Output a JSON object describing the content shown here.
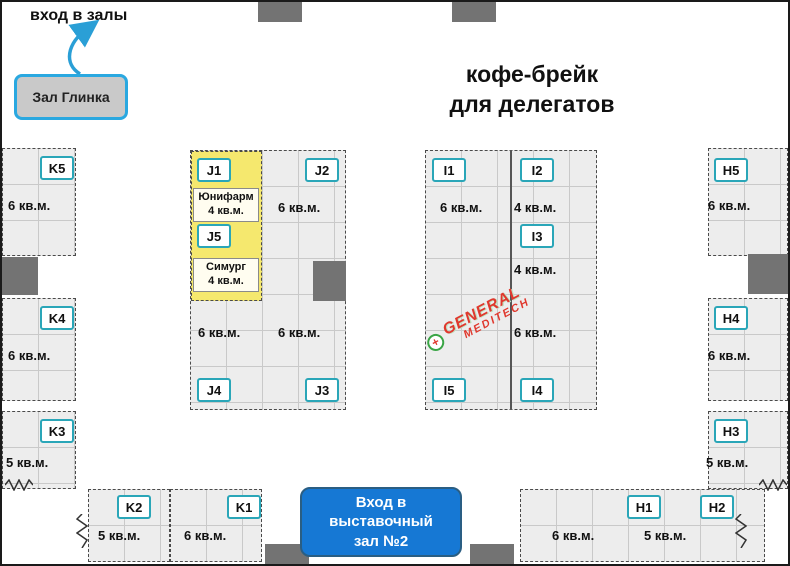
{
  "texts": {
    "hall_entrance": "вход в залы",
    "hall_glinka": "Зал Глинка",
    "coffee_line1": "кофе-брейк",
    "coffee_line2": "для делегатов",
    "entrance2_line1": "Вход в",
    "entrance2_line2": "выставочный",
    "entrance2_line3": "зал №2"
  },
  "colors": {
    "booth_fill": "#ededed",
    "tag_border": "#2aa6b8",
    "highlight_yellow": "#f5e86e",
    "door_gray": "#737373",
    "entrance_blue": "#1678d4",
    "arrow_blue": "#2a9fd6",
    "logo_red": "#e0382d",
    "logo_green": "#3aa546"
  },
  "booths": {
    "K5": {
      "id": "K5",
      "area": "6 кв.м."
    },
    "K4": {
      "id": "K4",
      "area": "6 кв.м."
    },
    "K3": {
      "id": "K3",
      "area": "5 кв.м."
    },
    "K2": {
      "id": "K2",
      "area": "5 кв.м."
    },
    "K1": {
      "id": "K1",
      "area": "6 кв.м."
    },
    "J1": {
      "id": "J1",
      "exhibitor": "Юнифарм",
      "area": "4 кв.м."
    },
    "J2": {
      "id": "J2",
      "area": "6 кв.м."
    },
    "J3": {
      "id": "J3",
      "area": "6 кв.м."
    },
    "J4": {
      "id": "J4",
      "area": "6 кв.м."
    },
    "J5": {
      "id": "J5",
      "exhibitor": "Симург",
      "area": "4 кв.м."
    },
    "I1": {
      "id": "I1",
      "area": "6 кв.м."
    },
    "I2": {
      "id": "I2",
      "area": "4 кв.м."
    },
    "I3": {
      "id": "I3",
      "area": "4 кв.м."
    },
    "I4": {
      "id": "I4",
      "area": "6 кв.м."
    },
    "I5": {
      "id": "I5"
    },
    "H5": {
      "id": "H5",
      "area": "6 кв.м."
    },
    "H4": {
      "id": "H4",
      "area": "6 кв.м."
    },
    "H3": {
      "id": "H3",
      "area": "5 кв.м."
    },
    "H2": {
      "id": "H2",
      "area": "5 кв.м."
    },
    "H1": {
      "id": "H1",
      "area": "6 кв.м."
    }
  },
  "logo": {
    "line1": "GENERAL",
    "line2": "MEDITECH"
  }
}
